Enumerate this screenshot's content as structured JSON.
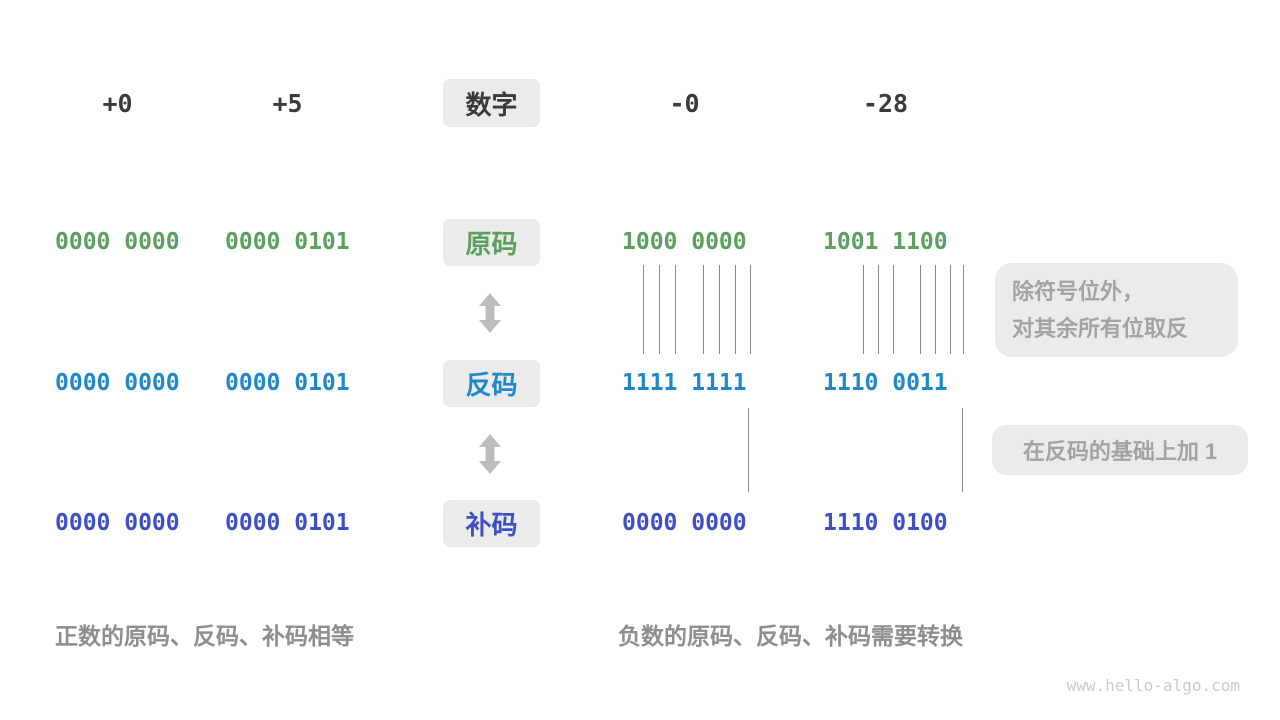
{
  "header": {
    "numbers": [
      "+0",
      "+5",
      "-0",
      "-28"
    ],
    "box_label": "数字"
  },
  "rows": [
    {
      "id": "sign-magnitude",
      "label": "原码",
      "color": "#5ca05e",
      "values": [
        "0000 0000",
        "0000 0101",
        "1000 0000",
        "1001 1100"
      ]
    },
    {
      "id": "ones-complement",
      "label": "反码",
      "color": "#1e88c8",
      "values": [
        "0000 0000",
        "0000 0101",
        "1111 1111",
        "1110 0011"
      ]
    },
    {
      "id": "twos-complement",
      "label": "补码",
      "color": "#3e4fc6",
      "values": [
        "0000 0000",
        "0000 0101",
        "0000 0000",
        "1110 0100"
      ]
    }
  ],
  "notes": [
    {
      "line1": "除符号位外，",
      "line2": "对其余所有位取反"
    },
    {
      "line1": "在反码的基础上加 1"
    }
  ],
  "captions": {
    "left": "正数的原码、反码、补码相等",
    "right": "负数的原码、反码、补码需要转换"
  },
  "watermark": "www.hello-algo.com",
  "colors": {
    "dark_text": "#3a3a3a",
    "box_bg": "#ebebeb",
    "note_text": "#a3a3a3",
    "caption_text": "#8e8e8e",
    "line": "#8a8a8a",
    "arrow": "#bcbcbc"
  }
}
